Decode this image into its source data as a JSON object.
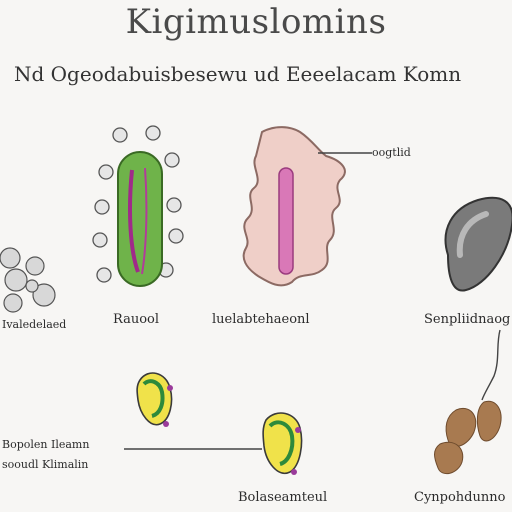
{
  "diagram": {
    "title": "Kigimuslomins",
    "subtitle": "Nd Ogeodabuisbesewu ud Eeeelacam Komn",
    "labels": {
      "far_left_cells": "Ivaledelaed",
      "green_cell": "Rauool",
      "pink_cell": "luelabtehaeonl",
      "gray_cell": "Senpliidnaog",
      "pink_cell_pointer": "oogtlid",
      "yellow_pair_left_line1": "Bopolen Ileamn",
      "yellow_pair_left_line2": "sooudl Klimalin",
      "bottom_center": "Bolaseamteul",
      "bottom_right": "Cynpohdunno"
    }
  },
  "colors": {
    "green_fill": "#6fb34a",
    "green_inner": "#a02a8a",
    "pink_fill": "#efcfc8",
    "pink_inner": "#d978b7",
    "gray_fill": "#7a7a7a",
    "yellow_fill": "#f0e24a",
    "brown_fill": "#a87a50"
  }
}
